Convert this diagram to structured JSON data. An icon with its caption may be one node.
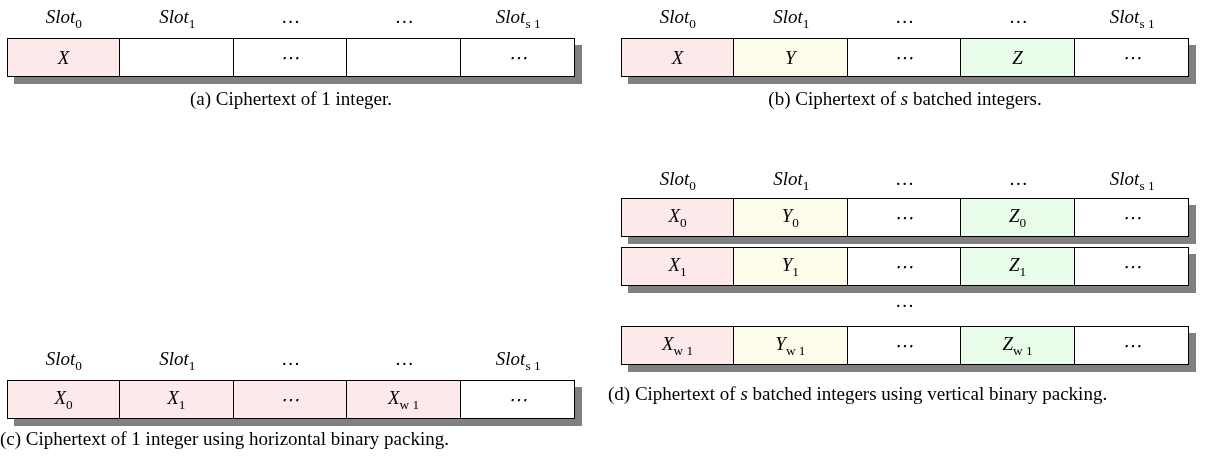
{
  "diagram": {
    "nodes": [
      {
        "text": [],
        "shape": "bar"
      },
      {
        "text": [
          "X"
        ],
        "in": 0
      },
      {
        "text": [],
        "shape": "box",
        "in": 0
      },
      {
        "text": [
          "⋯"
        ],
        "in": 0
      },
      {
        "text": [],
        "shape": "box",
        "in": 0
      },
      {
        "text": [
          "⋯"
        ],
        "in": 0
      },
      {
        "text": [],
        "shape": "bar"
      },
      {
        "text": [
          "X"
        ],
        "in": 6
      },
      {
        "text": [
          "Y"
        ],
        "in": 6
      },
      {
        "text": [
          "⋯"
        ],
        "in": 6
      },
      {
        "text": [
          "Z"
        ],
        "in": 6
      },
      {
        "text": [
          "⋯"
        ],
        "in": 6
      },
      {
        "text": [],
        "shape": "bar"
      },
      {
        "text": [
          "X$_{0}$"
        ],
        "in": 12
      },
      {
        "text": [
          "X$_{1}$"
        ],
        "in": 12
      },
      {
        "text": [
          "⋯"
        ],
        "in": 12
      },
      {
        "text": [
          "X$_{w 1}$"
        ],
        "in": 12
      },
      {
        "text": [
          "⋯"
        ],
        "in": 12
      },
      {
        "text": [],
        "shape": "bar"
      },
      {
        "text": [
          "X$_{0}$"
        ],
        "in": 18
      },
      {
        "text": [
          "Y$_{0}$"
        ],
        "in": 18
      },
      {
        "text": [
          "⋯"
        ],
        "in": 18
      },
      {
        "text": [
          "Z$_{0}$"
        ],
        "in": 18
      },
      {
        "text": [
          "⋯"
        ],
        "in": 18
      },
      {
        "text": [],
        "shape": "bar"
      },
      {
        "text": [
          "X$_{1}$"
        ],
        "in": 24
      },
      {
        "text": [
          "Y$_{1}$"
        ],
        "in": 24
      },
      {
        "text": [
          "⋯"
        ],
        "in": 24
      },
      {
        "text": [
          "Z$_{1}$"
        ],
        "in": 24
      },
      {
        "text": [
          "⋯"
        ],
        "in": 24
      },
      {
        "text": [],
        "shape": "bar"
      },
      {
        "text": [
          "X$_{w 1}$"
        ],
        "in": 30
      },
      {
        "text": [
          "Y$_{w 1}$"
        ],
        "in": 30
      },
      {
        "text": [
          "⋯"
        ],
        "in": 30
      },
      {
        "text": [
          "Z$_{w 1}$"
        ],
        "in": 30
      },
      {
        "text": [
          "⋯"
        ],
        "in": 30
      }
    ],
    "edges": [],
    "labels": [
      "Slot$_{0}$",
      "Slot$_{1}$",
      "…",
      "…",
      "Slot$_{s 1}$",
      "(a) Ciphertext of 1 integer.",
      "Slot$_{0}$",
      "Slot$_{1}$",
      "…",
      "…",
      "Slot$_{s 1}$",
      "(b) Ciphertext of *s* batched integers.",
      "Slot$_{0}$",
      "Slot$_{1}$",
      "…",
      "…",
      "Slot$_{s 1}$",
      "(c) Ciphertext of 1 integer using horizontal binary packing.",
      "Slot$_{0}$",
      "Slot$_{1}$",
      "…",
      "…",
      "Slot$_{s 1}$",
      "…",
      "(d) Ciphertext of *s* batched integers using vertical binary packing."
    ]
  }
}
